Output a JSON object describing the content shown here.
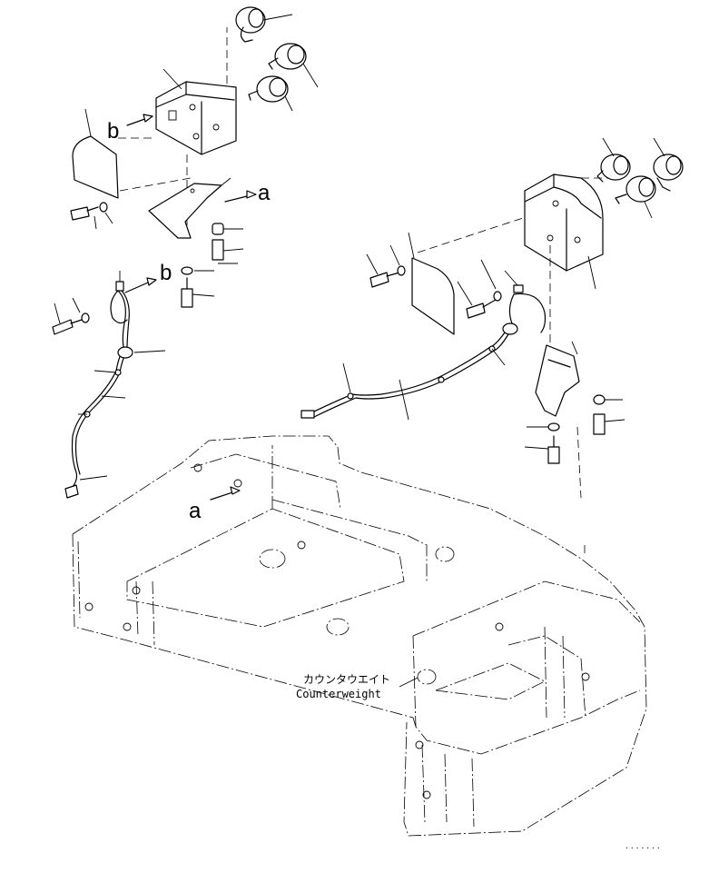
{
  "diagram": {
    "labels": {
      "ref_b_top": "b",
      "ref_a_top": "a",
      "ref_b_mid": "b",
      "ref_a_bottom": "a",
      "counterweight_jp": "カウンタウエイト",
      "counterweight_en": "Counterweight",
      "drawing_number": "·······"
    }
  }
}
